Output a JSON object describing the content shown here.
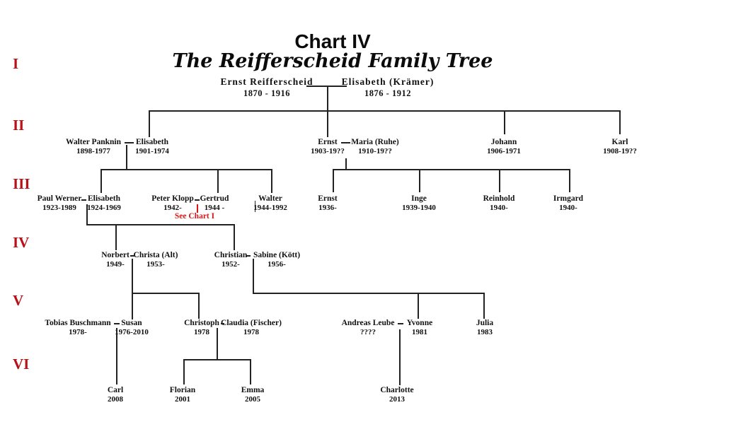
{
  "title": "Chart IV",
  "subtitle": "The Reifferscheid Family Tree",
  "note": {
    "text": "See Chart I"
  },
  "colors": {
    "generation_numeral": "#b51219",
    "note_red": "#dd1414",
    "line": "#222222",
    "background": "#ffffff",
    "text": "#111111"
  },
  "tree": {
    "generations": [
      {
        "numeral": "I",
        "members": [
          {
            "name": "Ernst Reifferscheid",
            "dates": "1870 - 1916"
          },
          {
            "name": "Elisabeth (Krämer)",
            "dates": "1876 - 1912"
          }
        ]
      },
      {
        "numeral": "II",
        "members": [
          {
            "name": "Walter Panknin",
            "dates": "1898-1977"
          },
          {
            "name": "Elisabeth",
            "dates": "1901-1974"
          },
          {
            "name": "Ernst",
            "dates": "1903-19??"
          },
          {
            "name": "Maria (Ruhe)",
            "dates": "1910-19??"
          },
          {
            "name": "Johann",
            "dates": "1906-1971"
          },
          {
            "name": "Karl",
            "dates": "1908-19??"
          }
        ]
      },
      {
        "numeral": "III",
        "members": [
          {
            "name": "Paul Werner",
            "dates": "1923-1989"
          },
          {
            "name": "Elisabeth",
            "dates": "1924-1969"
          },
          {
            "name": "Peter Klopp",
            "dates": "1942-"
          },
          {
            "name": "Gertrud",
            "dates": "1944 -"
          },
          {
            "name": "Walter",
            "dates": "1944-1992"
          },
          {
            "name": "Ernst",
            "dates": "1936-"
          },
          {
            "name": "Inge",
            "dates": "1939-1940"
          },
          {
            "name": "Reinhold",
            "dates": "1940-"
          },
          {
            "name": "Irmgard",
            "dates": "1940-"
          }
        ]
      },
      {
        "numeral": "IV",
        "members": [
          {
            "name": "Norbert",
            "dates": "1949-"
          },
          {
            "name": "Christa (Alt)",
            "dates": "1953-"
          },
          {
            "name": "Christian",
            "dates": "1952-"
          },
          {
            "name": "Sabine (Kött)",
            "dates": "1956-"
          }
        ]
      },
      {
        "numeral": "V",
        "members": [
          {
            "name": "Tobias Buschmann",
            "dates": "1978-"
          },
          {
            "name": "Susan",
            "dates": "1976-2010"
          },
          {
            "name": "Christoph",
            "dates": "1978"
          },
          {
            "name": "Claudia (Fischer)",
            "dates": "1978"
          },
          {
            "name": "Andreas Leube",
            "dates": "????"
          },
          {
            "name": "Yvonne",
            "dates": "1981"
          },
          {
            "name": "Julia",
            "dates": "1983"
          }
        ]
      },
      {
        "numeral": "VI",
        "members": [
          {
            "name": "Carl",
            "dates": "2008"
          },
          {
            "name": "Florian",
            "dates": "2001"
          },
          {
            "name": "Emma",
            "dates": "2005"
          },
          {
            "name": "Charlotte",
            "dates": "2013"
          }
        ]
      }
    ]
  }
}
